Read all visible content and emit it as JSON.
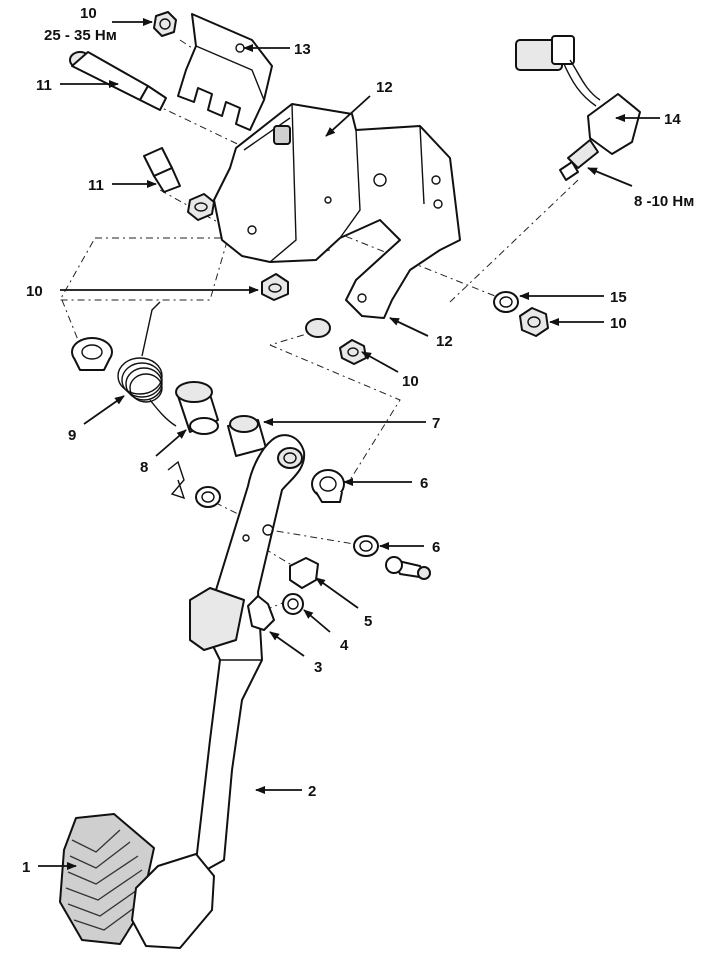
{
  "callouts": {
    "c1": "1",
    "c2": "2",
    "c3": "3",
    "c4": "4",
    "c5": "5",
    "c6a": "6",
    "c6b": "6",
    "c7": "7",
    "c8": "8",
    "c9": "9",
    "c10a": "10",
    "c10b": "10",
    "c10c": "10",
    "c10d": "10",
    "c11a": "11",
    "c11b": "11",
    "c12a": "12",
    "c12b": "12",
    "c13": "13",
    "c14": "14",
    "c15": "15"
  },
  "torques": {
    "t_top": "25 - 35 Нм",
    "t_switch": "8 -10 Нм"
  }
}
